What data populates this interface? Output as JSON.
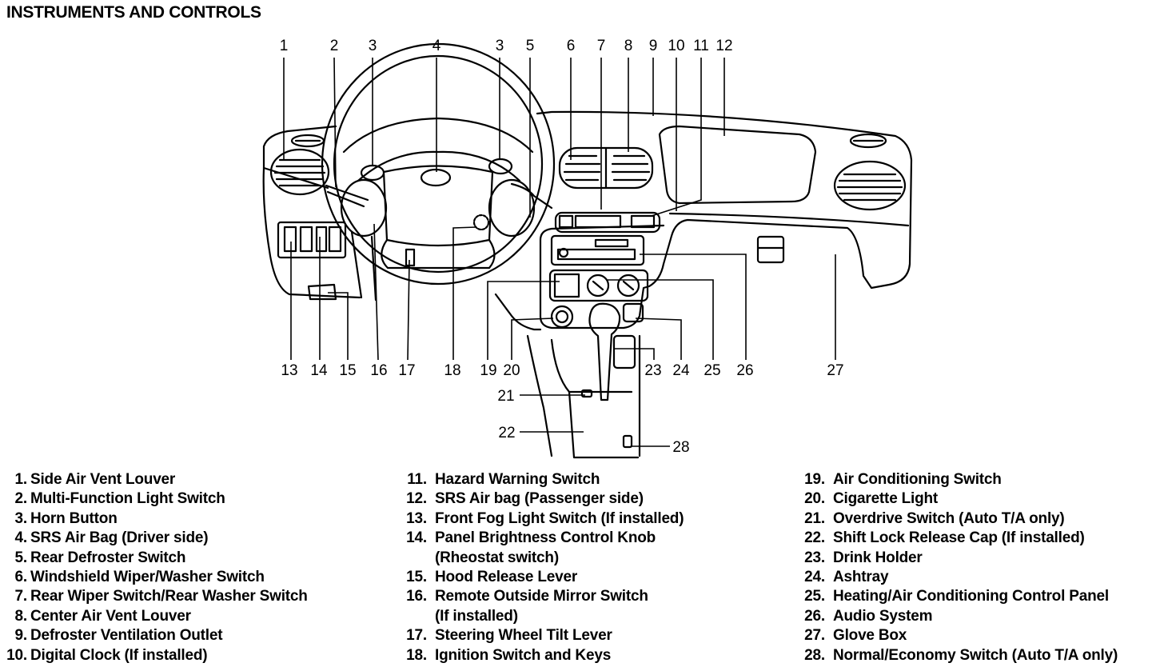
{
  "title": "INSTRUMENTS AND CONTROLS",
  "callouts": {
    "top": [
      "1",
      "2",
      "3",
      "4",
      "3",
      "5",
      "6",
      "7",
      "8",
      "9",
      "10",
      "11",
      "12"
    ],
    "bottom": [
      "13",
      "14",
      "15",
      "16",
      "17",
      "18",
      "19",
      "20",
      "23",
      "24",
      "25",
      "26",
      "27"
    ],
    "console": [
      "21",
      "22",
      "28"
    ]
  },
  "legend": {
    "col1": [
      {
        "num": "1.",
        "text": "Side Air Vent Louver"
      },
      {
        "num": "2.",
        "text": "Multi-Function Light Switch"
      },
      {
        "num": "3.",
        "text": "Horn Button"
      },
      {
        "num": "4.",
        "text": "SRS Air Bag (Driver side)"
      },
      {
        "num": "5.",
        "text": "Rear Defroster Switch"
      },
      {
        "num": "6.",
        "text": "Windshield Wiper/Washer Switch"
      },
      {
        "num": "7.",
        "text": "Rear Wiper Switch/Rear Washer Switch"
      },
      {
        "num": "8.",
        "text": "Center Air Vent Louver"
      },
      {
        "num": "9.",
        "text": "Defroster Ventilation Outlet"
      },
      {
        "num": "10.",
        "text": "Digital Clock (If installed)"
      }
    ],
    "col2": [
      {
        "num": "11.",
        "text": "Hazard Warning Switch"
      },
      {
        "num": "12.",
        "text": "SRS Air bag (Passenger side)"
      },
      {
        "num": "13.",
        "text": "Front Fog Light Switch (If installed)"
      },
      {
        "num": "14.",
        "text": "Panel Brightness Control Knob"
      },
      {
        "num": "",
        "text": "(Rheostat switch)"
      },
      {
        "num": "15.",
        "text": "Hood Release Lever"
      },
      {
        "num": "16.",
        "text": "Remote Outside Mirror Switch"
      },
      {
        "num": "",
        "text": "(If installed)"
      },
      {
        "num": "17.",
        "text": "Steering Wheel Tilt Lever"
      },
      {
        "num": "18.",
        "text": "Ignition Switch and Keys"
      }
    ],
    "col3": [
      {
        "num": "19.",
        "text": "Air Conditioning Switch"
      },
      {
        "num": "20.",
        "text": "Cigarette Light"
      },
      {
        "num": "21.",
        "text": "Overdrive Switch (Auto T/A only)"
      },
      {
        "num": "22.",
        "text": "Shift Lock Release Cap (If installed)"
      },
      {
        "num": "23.",
        "text": "Drink Holder"
      },
      {
        "num": "24.",
        "text": "Ashtray"
      },
      {
        "num": "25.",
        "text": "Heating/Air Conditioning Control Panel"
      },
      {
        "num": "26.",
        "text": "Audio System"
      },
      {
        "num": "27.",
        "text": "Glove Box"
      },
      {
        "num": "28.",
        "text": "Normal/Economy Switch (Auto T/A only)"
      }
    ]
  }
}
